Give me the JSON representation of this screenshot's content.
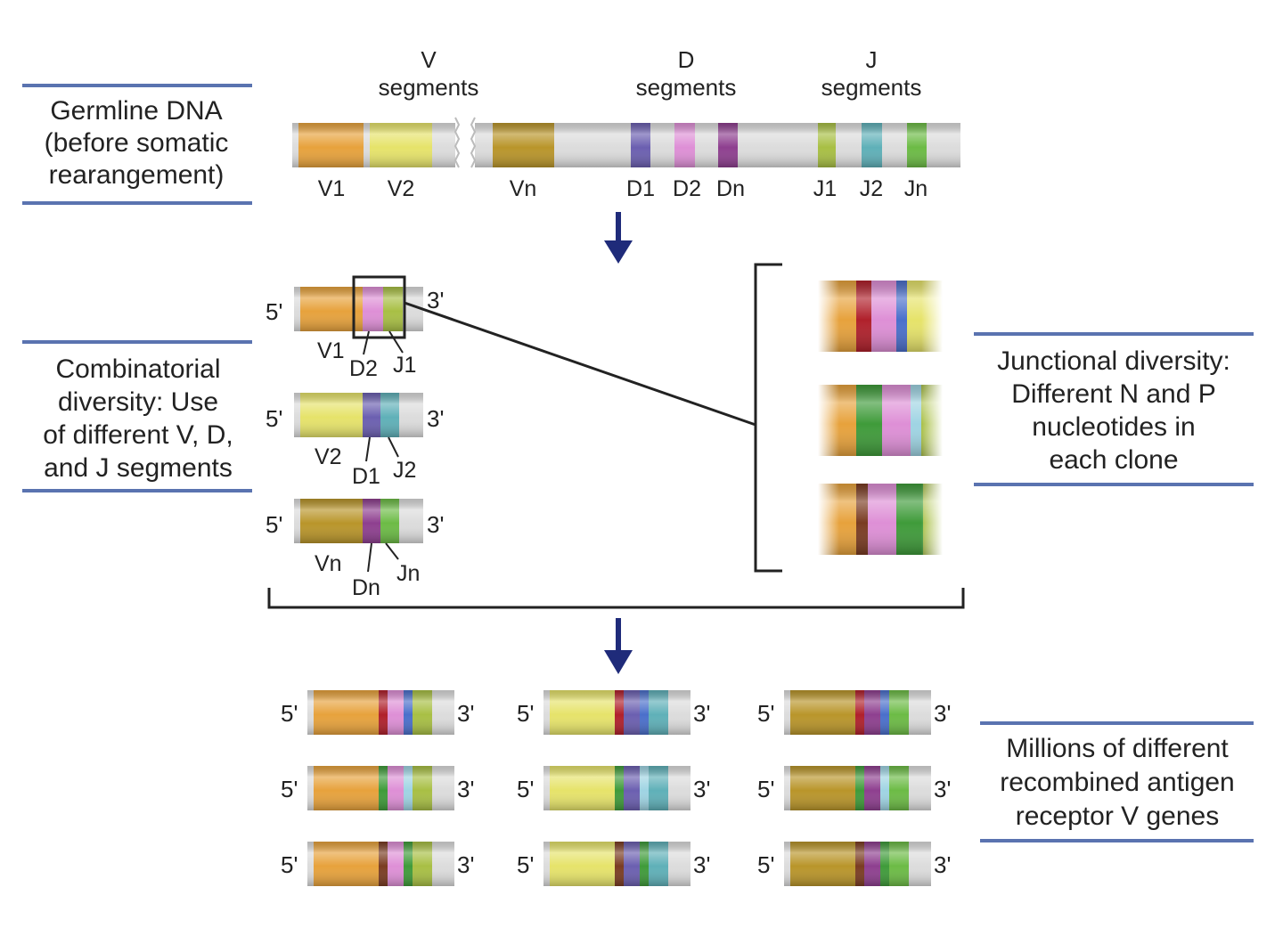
{
  "colors": {
    "v1": "#E7A23C",
    "v2": "#E6E36A",
    "vn": "#B9952A",
    "d1": "#6B5FB0",
    "d2": "#DE8FD6",
    "dn": "#8E3F8F",
    "j1": "#A8BF44",
    "j2": "#5FB0B8",
    "jn": "#6CBB45",
    "n_red": "#B0202B",
    "n_green": "#3F9B3A",
    "n_brown": "#7A3C22",
    "n_blue": "#4A6FCB",
    "n_lightblue": "#9FD4E3",
    "tube": "#DCDCDC",
    "frame_line": "#5A73B0",
    "arrow": "#1F2B7A"
  },
  "germline": {
    "box_label": [
      "Germline DNA",
      "(before somatic",
      "rearangement)"
    ],
    "v_header": [
      "V",
      "segments"
    ],
    "d_header": [
      "D",
      "segments"
    ],
    "j_header": [
      "J",
      "segments"
    ],
    "segment_labels": [
      "V1",
      "V2",
      "Vn",
      "D1",
      "D2",
      "Dn",
      "J1",
      "J2",
      "Jn"
    ]
  },
  "combinatorial": {
    "box_label": [
      "Combinatorial",
      "diversity: Use",
      "of different V, D,",
      "and J segments"
    ],
    "end5": "5'",
    "end3": "3'",
    "genes": [
      {
        "v": "V1",
        "d": "D2",
        "j": "J1"
      },
      {
        "v": "V2",
        "d": "D1",
        "j": "J2"
      },
      {
        "v": "Vn",
        "d": "Dn",
        "j": "Jn"
      }
    ]
  },
  "junctional": {
    "box_label": [
      "Junctional diversity:",
      "Different N and P",
      "nucleotides in",
      "each clone"
    ]
  },
  "millions": {
    "box_label": [
      "Millions of different",
      "recombined antigen",
      "receptor V genes"
    ],
    "end5": "5'",
    "end3": "3'"
  }
}
